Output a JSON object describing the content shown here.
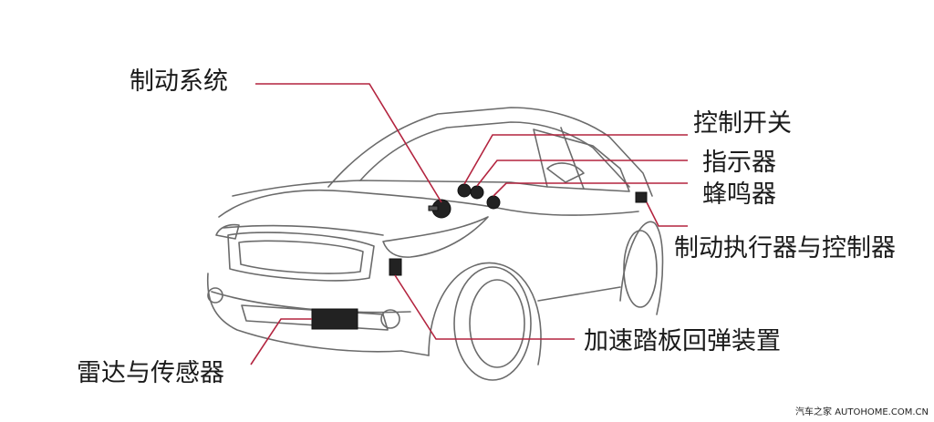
{
  "labels": {
    "brake_system": "制动系统",
    "control_switch": "控制开关",
    "indicator": "指示器",
    "buzzer": "蜂鸣器",
    "brake_actuator_controller": "制动执行器与控制器",
    "pedal_return_device": "加速踏板回弹装置",
    "radar_sensor": "雷达与传感器"
  },
  "watermark": "汽车之家 AUTOHOME.COM.CN",
  "colors": {
    "leader_line": "#b3243f",
    "car_outline": "#6b6b6b",
    "component": "#222222",
    "label_text": "#1a1a1a"
  }
}
